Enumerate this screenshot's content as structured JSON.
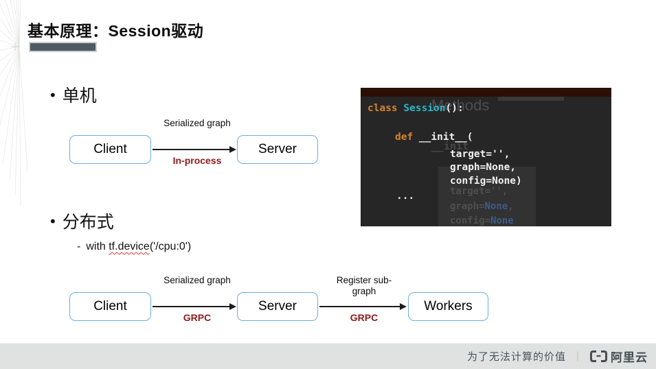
{
  "slide": {
    "title": "基本原理：Session驱动",
    "bullet_char": "•",
    "dash_char": "-",
    "section1_label": "单机",
    "section2_label": "分布式",
    "section2_sub_prefix": "with ",
    "section2_sub_code": "tf.device",
    "section2_sub_suffix": "('/cpu:0')"
  },
  "diagram1": {
    "nodes": [
      "Client",
      "Server"
    ],
    "arrow": {
      "label": "Serialized graph",
      "sublabel": "In-process"
    }
  },
  "diagram2": {
    "nodes": [
      "Client",
      "Server",
      "Workers"
    ],
    "arrows": [
      {
        "label": "Serialized graph",
        "sublabel": "GRPC"
      },
      {
        "label": "Register sub-graph",
        "sublabel": "GRPC"
      }
    ]
  },
  "code": {
    "line1": {
      "keyword": "class ",
      "classname": "Session",
      "rest": "():"
    },
    "line2": {
      "keyword": "def ",
      "rest": "__init__("
    },
    "line3": "target='',",
    "line4": "graph=None,",
    "line5": "config=None)",
    "line6": "...",
    "ghost": {
      "heading": "Methods",
      "init": "__init__",
      "line1": "target='',",
      "line2_a": "graph=",
      "line2_none": "None",
      "line2_b": ",",
      "line3_a": "config=",
      "line3_none": "None"
    }
  },
  "footer": {
    "slogan": "为了无法计算的价值",
    "separator": "｜",
    "brand": "阿里云"
  },
  "colors": {
    "node_border": "#6aaede",
    "accent_red": "#8e1a1a",
    "code_keyword_orange": "#d6832f",
    "code_class_cyan": "#2ab7c8",
    "code_bg": "#262626",
    "code_topbar_maroon": "#2b0f04",
    "title_bar_gray": "#4e5a62",
    "footer_bg": "#e0e2e2",
    "footer_text": "#4a5456"
  }
}
